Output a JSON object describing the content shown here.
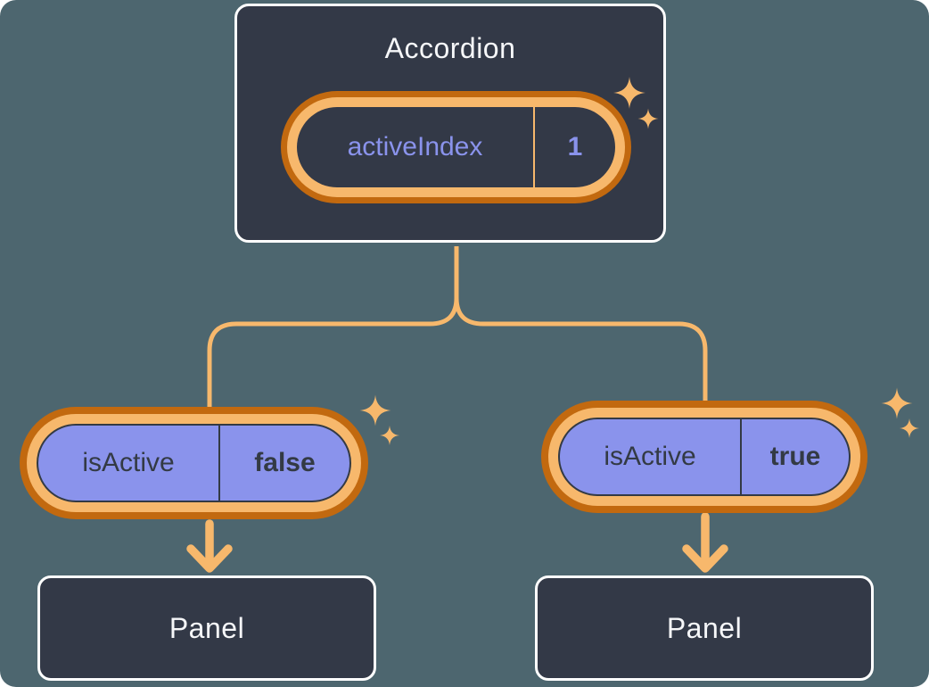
{
  "colors": {
    "background": "#4D666F",
    "box_fill": "#333947",
    "box_border": "#FFFFFF",
    "box_text": "#F6F7F9",
    "purple": "#8A93EC",
    "orange_light": "#F7B86C",
    "orange_dark": "#C2690F",
    "dark_text": "#333A44"
  },
  "accordion": {
    "title": "Accordion",
    "state": {
      "name": "activeIndex",
      "value": "1"
    }
  },
  "children": [
    {
      "prop_name": "isActive",
      "prop_value": "false",
      "panel_label": "Panel"
    },
    {
      "prop_name": "isActive",
      "prop_value": "true",
      "panel_label": "Panel"
    }
  ],
  "icons": {
    "sparkle": "four-point-sparkle-star",
    "arrow": "downward-arrow"
  }
}
